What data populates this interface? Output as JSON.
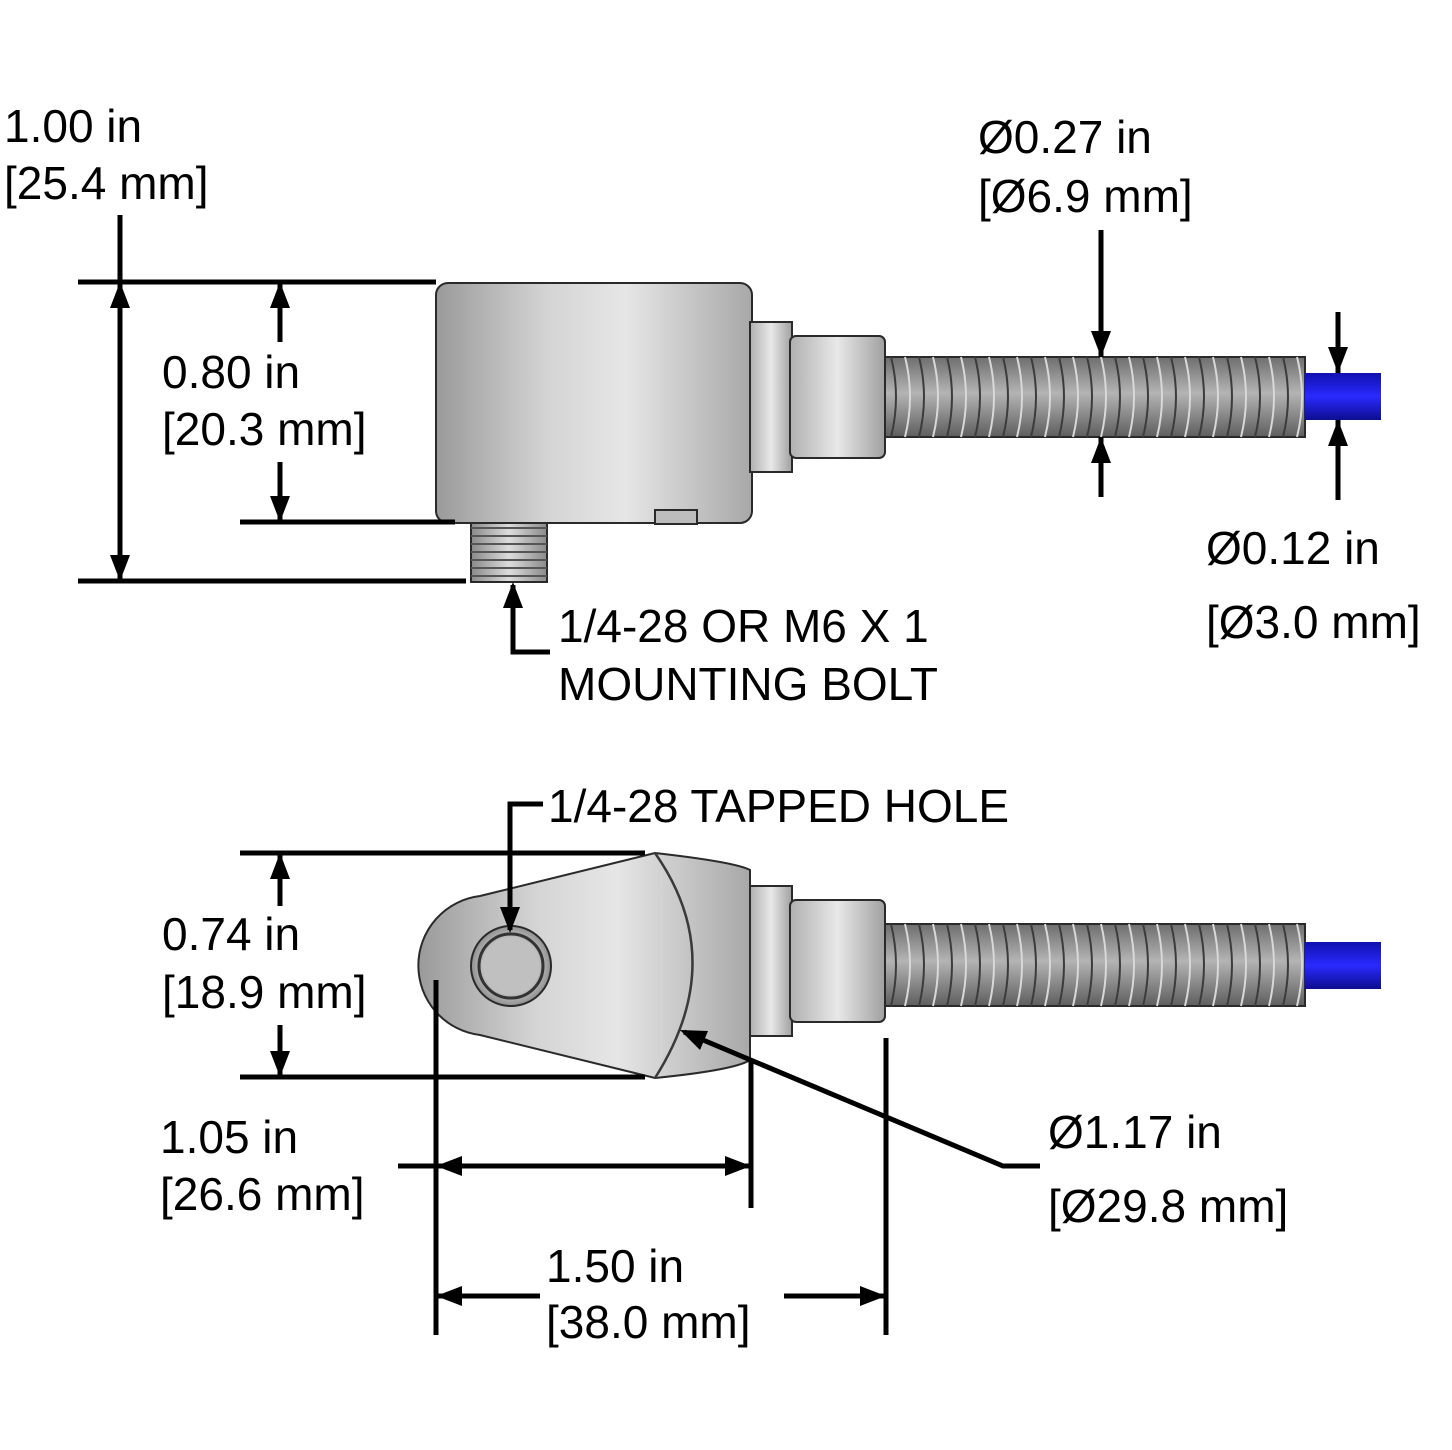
{
  "side_view": {
    "height_overall": {
      "inch": "1.00 in",
      "mm": "[25.4 mm]"
    },
    "height_body": {
      "inch": "0.80 in",
      "mm": "[20.3 mm]"
    },
    "armor_diameter": {
      "inch": "Ø0.27 in",
      "mm": "[Ø6.9 mm]"
    },
    "cable_diameter": {
      "inch": "Ø0.12 in",
      "mm": "[Ø3.0 mm]"
    },
    "mounting_bolt": {
      "line1": "1/4-28 OR M6 X 1",
      "line2": "MOUNTING BOLT"
    }
  },
  "top_view": {
    "tapped_hole": "1/4-28 TAPPED HOLE",
    "width": {
      "inch": "0.74 in",
      "mm": "[18.9 mm]"
    },
    "body_length": {
      "inch": "1.05 in",
      "mm": "[26.6 mm]"
    },
    "overall_length": {
      "inch": "1.50 in",
      "mm": "[38.0 mm]"
    },
    "swing_diameter": {
      "inch": "Ø1.17 in",
      "mm": "[Ø29.8 mm]"
    }
  },
  "colors": {
    "body": "#c9c9c9",
    "armor": "#8c8c8c",
    "cable": "#1a1ad6",
    "lines": "#000000"
  }
}
